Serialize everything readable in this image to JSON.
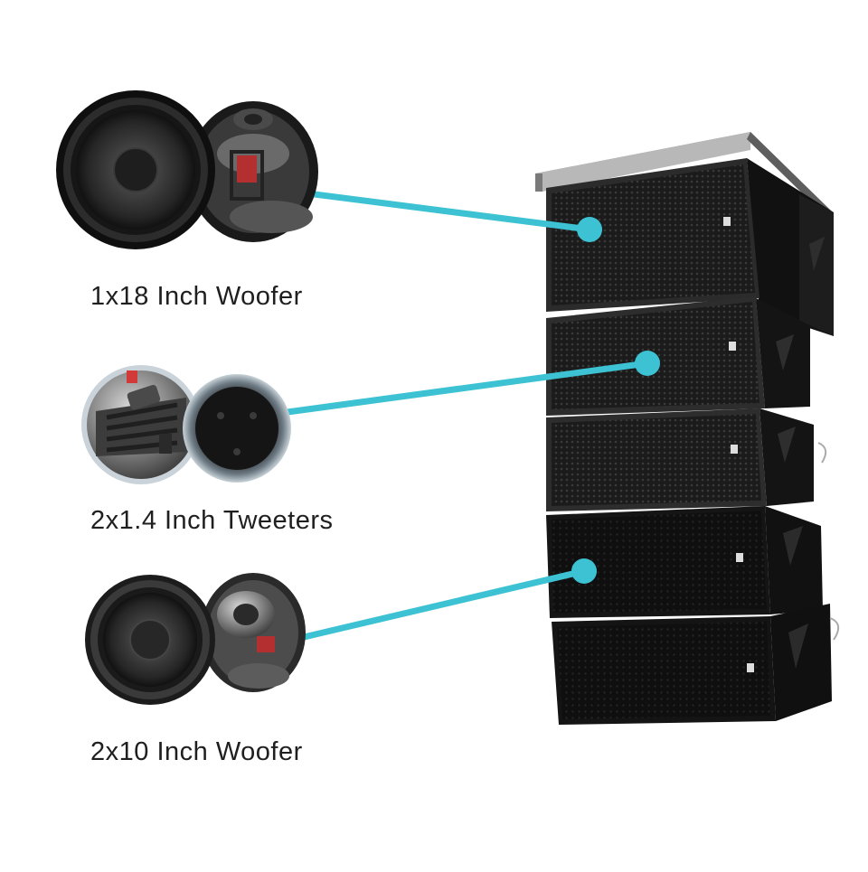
{
  "image": {
    "theme_colors": {
      "background": "#ffffff",
      "connector": "#3cc2d3",
      "speaker_cabinet": "#141414",
      "text": "#1f1f1f"
    }
  },
  "components": [
    {
      "label": "1x18 Inch Woofer",
      "icon": "woofer-18-icon"
    },
    {
      "label": "2x1.4 Inch Tweeters",
      "icon": "tweeter-driver-icon"
    },
    {
      "label": "2x10 Inch Woofer",
      "icon": "woofer-10-icon"
    }
  ]
}
